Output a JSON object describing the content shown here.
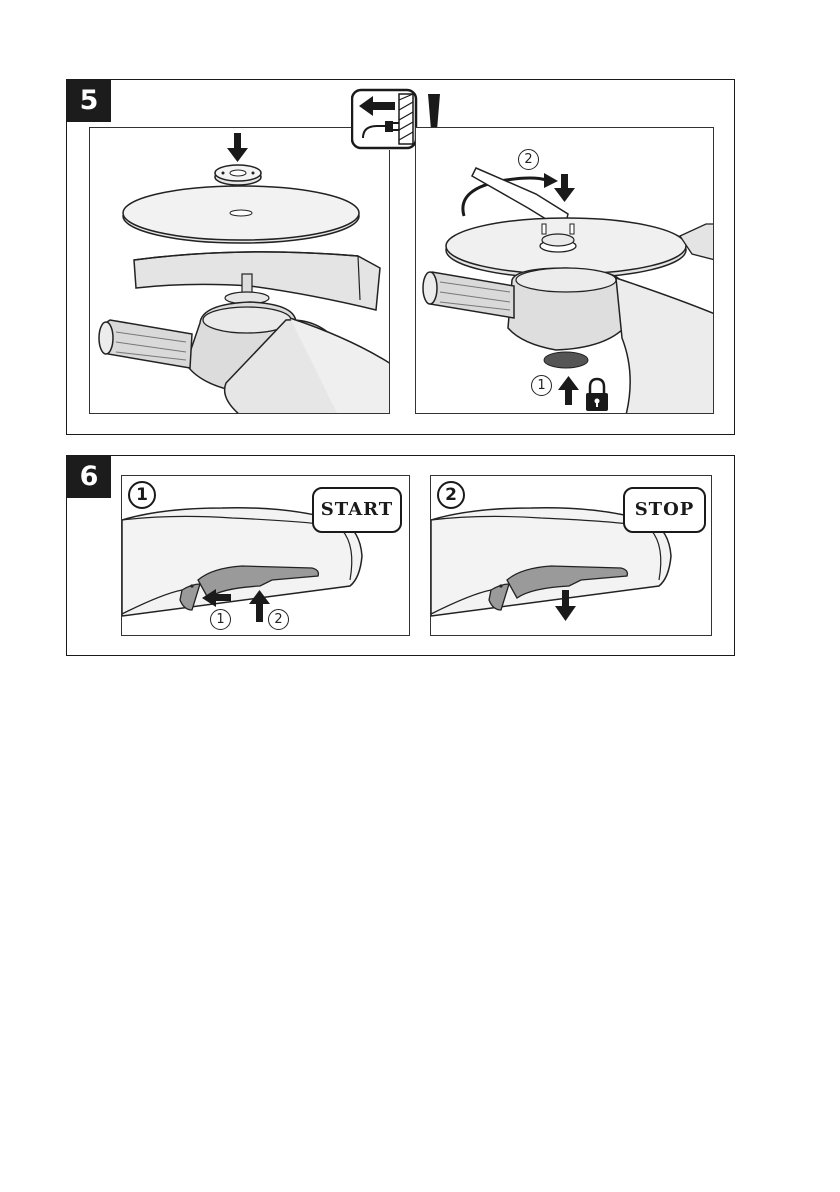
{
  "step5": {
    "number": "5",
    "right_panel": {
      "callout_1": "1",
      "callout_2": "2"
    }
  },
  "step6": {
    "number": "6",
    "start_panel": {
      "step": "1",
      "label": "START",
      "callout_1": "1",
      "callout_2": "2"
    },
    "stop_panel": {
      "step": "2",
      "label": "STOP"
    }
  },
  "icons": [
    "unplug-warning-icon",
    "exclamation-icon",
    "padlock-icon",
    "down-arrow-icon",
    "up-arrow-icon",
    "left-arrow-icon",
    "curved-arrow-icon",
    "wrench-icon"
  ]
}
